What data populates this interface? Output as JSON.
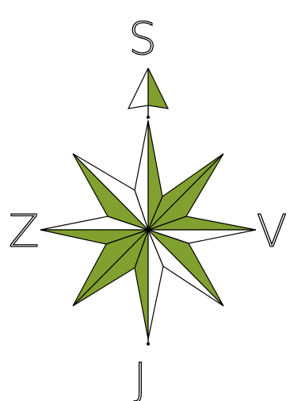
{
  "labels": {
    "north": "S",
    "east": "V",
    "south": "J",
    "west": "Z"
  },
  "colors": {
    "background": "#ffffff",
    "stroke": "#000000",
    "fill_green": "#7a9a2a",
    "fill_white": "#ffffff"
  },
  "icons": {
    "compass": "compass-rose-icon",
    "north_arrow": "north-arrow-icon"
  }
}
